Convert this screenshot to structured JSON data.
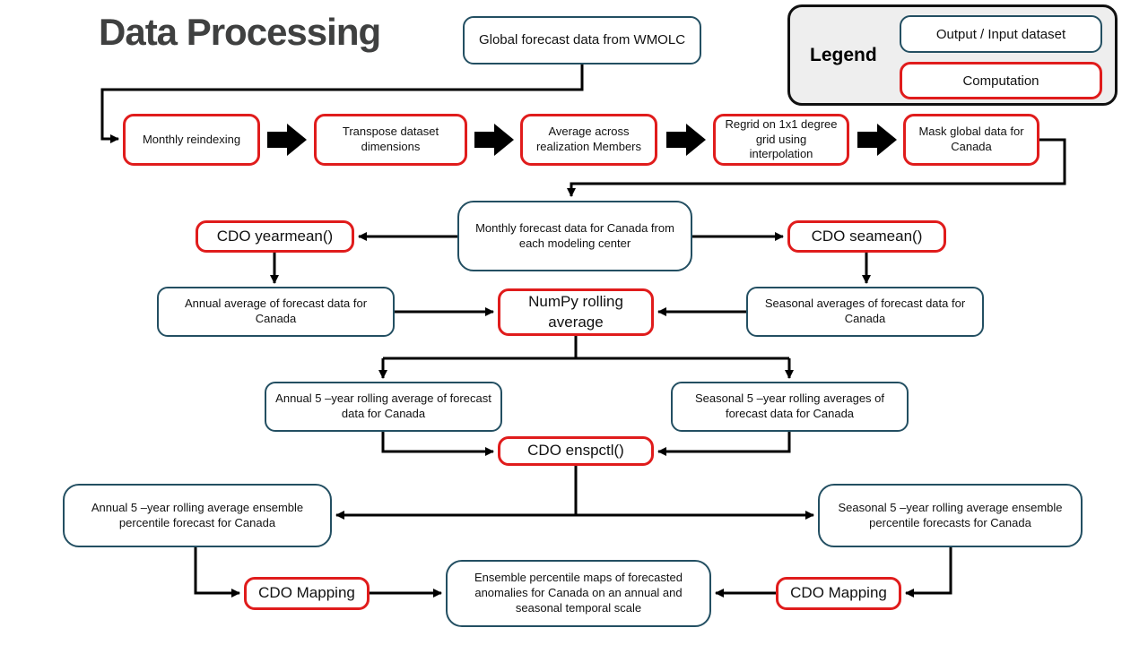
{
  "title": "Data Processing",
  "colors": {
    "dataset_border": "#234f62",
    "computation_border": "#e01c1c",
    "arrow": "#000000",
    "legend_background": "#eeeeee",
    "title_text": "#3f4040"
  },
  "legend": {
    "label": "Legend",
    "items": [
      {
        "label": "Output / Input dataset",
        "type": "dataset"
      },
      {
        "label": "Computation",
        "type": "computation"
      }
    ]
  },
  "nodes": {
    "wmolc": {
      "label": "Global forecast data from WMOLC",
      "type": "dataset"
    },
    "monthly_reindexing": {
      "label": "Monthly reindexing",
      "type": "computation"
    },
    "transpose": {
      "label": "Transpose dataset dimensions",
      "type": "computation"
    },
    "avg_realization": {
      "label": "Average across realization Members",
      "type": "computation"
    },
    "regrid": {
      "label": "Regrid on 1x1 degree grid using interpolation",
      "type": "computation"
    },
    "mask": {
      "label": "Mask global data for Canada",
      "type": "computation"
    },
    "monthly_forecast": {
      "label": "Monthly forecast data for Canada from each modeling center",
      "type": "dataset"
    },
    "cdo_yearmean": {
      "label": "CDO yearmean()",
      "type": "computation"
    },
    "cdo_seamean": {
      "label": "CDO seamean()",
      "type": "computation"
    },
    "annual_avg": {
      "label": "Annual average of forecast data for Canada",
      "type": "dataset"
    },
    "numpy_rolling": {
      "label": "NumPy rolling average",
      "type": "computation"
    },
    "seasonal_avg": {
      "label": "Seasonal averages of forecast data for Canada",
      "type": "dataset"
    },
    "annual_5yr": {
      "label": "Annual 5 –year rolling average of forecast data for Canada",
      "type": "dataset"
    },
    "seasonal_5yr": {
      "label": "Seasonal 5 –year rolling averages of forecast data for Canada",
      "type": "dataset"
    },
    "cdo_enspctl": {
      "label": "CDO enspctl()",
      "type": "computation"
    },
    "annual_5yr_pct": {
      "label": "Annual 5 –year rolling average ensemble percentile forecast for Canada",
      "type": "dataset"
    },
    "seasonal_5yr_pct": {
      "label": "Seasonal 5 –year rolling average ensemble percentile forecasts for Canada",
      "type": "dataset"
    },
    "cdo_mapping_left": {
      "label": "CDO Mapping",
      "type": "computation"
    },
    "ensemble_maps": {
      "label": "Ensemble percentile maps of forecasted anomalies for Canada on an annual and seasonal temporal scale",
      "type": "dataset"
    },
    "cdo_mapping_right": {
      "label": "CDO Mapping",
      "type": "computation"
    }
  }
}
